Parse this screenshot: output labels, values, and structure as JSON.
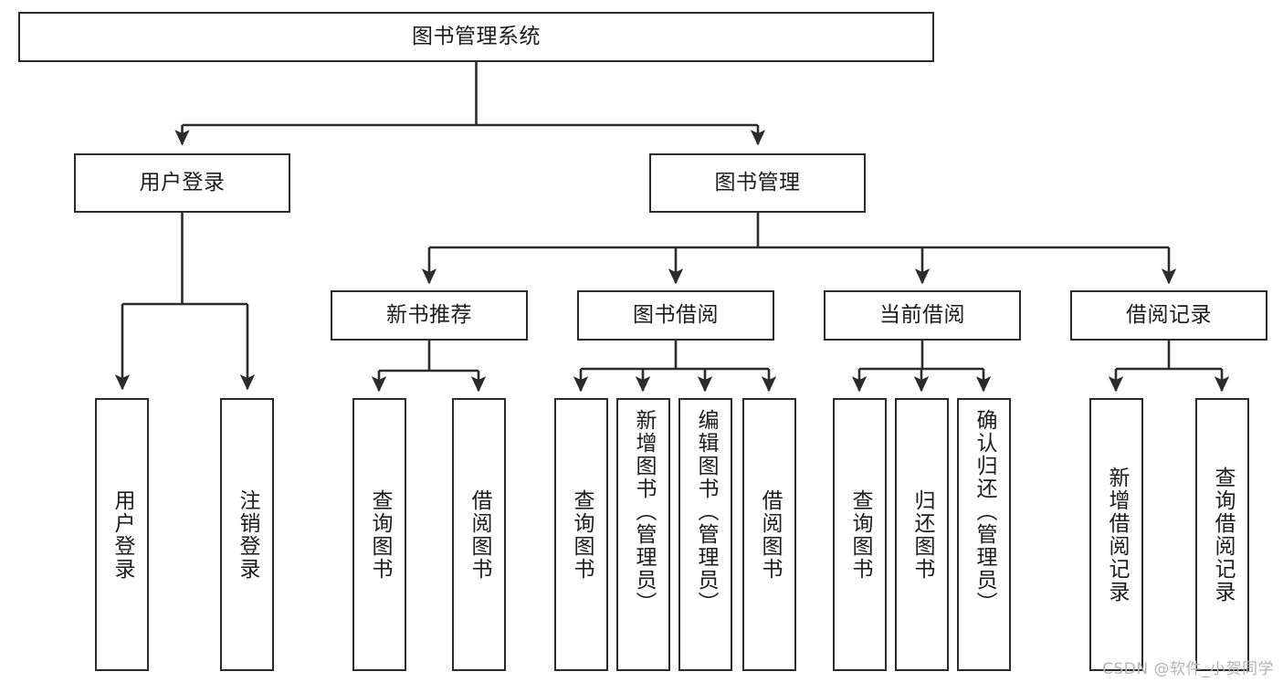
{
  "diagram": {
    "title": "图书管理系统",
    "type": "功能结构图",
    "watermark": "CSDN @软件_小贺同学",
    "colors": {
      "box_border": "#2b2b2b",
      "box_fill": "#ffffff",
      "edge": "#2b2b2b",
      "text": "#1c1c1c",
      "watermark": "#b4b4b4",
      "background": "#ffffff"
    }
  },
  "nodes": {
    "root": {
      "label": "图书管理系统"
    },
    "level2": [
      {
        "id": "user-login",
        "label": "用户登录"
      },
      {
        "id": "book-management",
        "label": "图书管理"
      }
    ],
    "level3": [
      {
        "id": "new-book-recommend",
        "label": "新书推荐"
      },
      {
        "id": "book-borrow",
        "label": "图书借阅"
      },
      {
        "id": "current-borrow",
        "label": "当前借阅"
      },
      {
        "id": "borrow-record",
        "label": "借阅记录"
      }
    ],
    "leaves": {
      "user_login": [
        {
          "id": "leaf-user-login",
          "label": "用户登录"
        },
        {
          "id": "leaf-logout-login",
          "label": "注销登录"
        }
      ],
      "new_book_recommend": [
        {
          "id": "leaf-query-book-1",
          "label": "查询图书"
        },
        {
          "id": "leaf-borrow-book-1",
          "label": "借阅图书"
        }
      ],
      "book_borrow": [
        {
          "id": "leaf-query-book-2",
          "label": "查询图书"
        },
        {
          "id": "leaf-add-book",
          "label": "新增图书（管理员）"
        },
        {
          "id": "leaf-edit-book",
          "label": "编辑图书（管理员）"
        },
        {
          "id": "leaf-borrow-book-2",
          "label": "借阅图书"
        }
      ],
      "current_borrow": [
        {
          "id": "leaf-query-book-3",
          "label": "查询图书"
        },
        {
          "id": "leaf-return-book",
          "label": "归还图书"
        },
        {
          "id": "leaf-confirm-return",
          "label": "确认归还（管理员）"
        }
      ],
      "borrow_record": [
        {
          "id": "leaf-add-record",
          "label": "新增借阅记录"
        },
        {
          "id": "leaf-query-record",
          "label": "查询借阅记录"
        }
      ]
    }
  }
}
